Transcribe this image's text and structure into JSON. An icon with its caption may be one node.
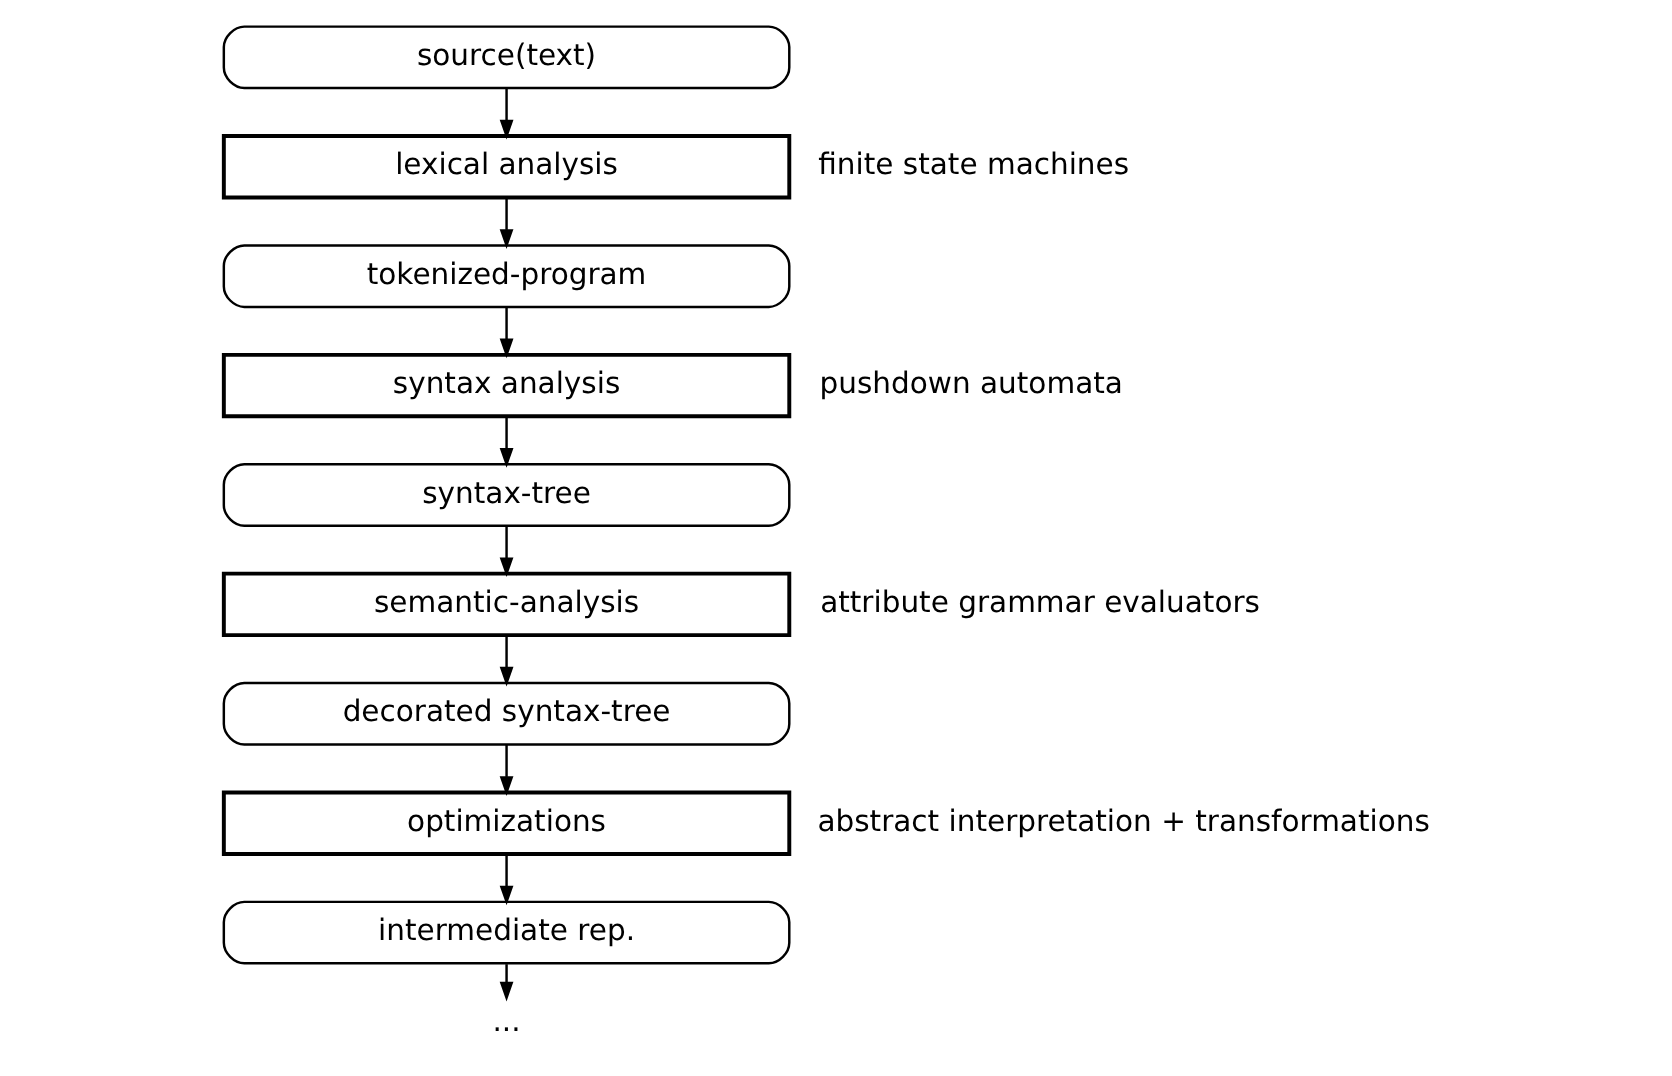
{
  "diagram": {
    "nodes": [
      {
        "text": [
          "source(text)"
        ]
      },
      {
        "text": [
          "lexical analysis"
        ],
        "beside": [
          "finite state machines"
        ]
      },
      {
        "text": [
          "tokenized-program"
        ]
      },
      {
        "text": [
          "syntax analysis"
        ],
        "beside": [
          "pushdown automata"
        ]
      },
      {
        "text": [
          "syntax-tree"
        ]
      },
      {
        "text": [
          "semantic-analysis"
        ],
        "beside": [
          "attribute grammar evaluators"
        ]
      },
      {
        "text": [
          "decorated syntax-tree"
        ]
      },
      {
        "text": [
          "optimizations"
        ],
        "beside": [
          "abstract interpretation + transformations"
        ]
      },
      {
        "text": [
          "intermediate rep."
        ]
      },
      {
        "text": [
          "..."
        ]
      }
    ],
    "edges": [
      {
        "from": 0,
        "to": 1,
        "arrow": "to"
      },
      {
        "from": 1,
        "to": 2,
        "arrow": "to"
      },
      {
        "from": 2,
        "to": 3,
        "arrow": "to"
      },
      {
        "from": 3,
        "to": 4,
        "arrow": "to"
      },
      {
        "from": 4,
        "to": 5,
        "arrow": "to"
      },
      {
        "from": 5,
        "to": 6,
        "arrow": "to"
      },
      {
        "from": 6,
        "to": 7,
        "arrow": "to"
      },
      {
        "from": 7,
        "to": 8,
        "arrow": "to"
      },
      {
        "from": 8,
        "to": 9,
        "arrow": "to"
      }
    ]
  }
}
